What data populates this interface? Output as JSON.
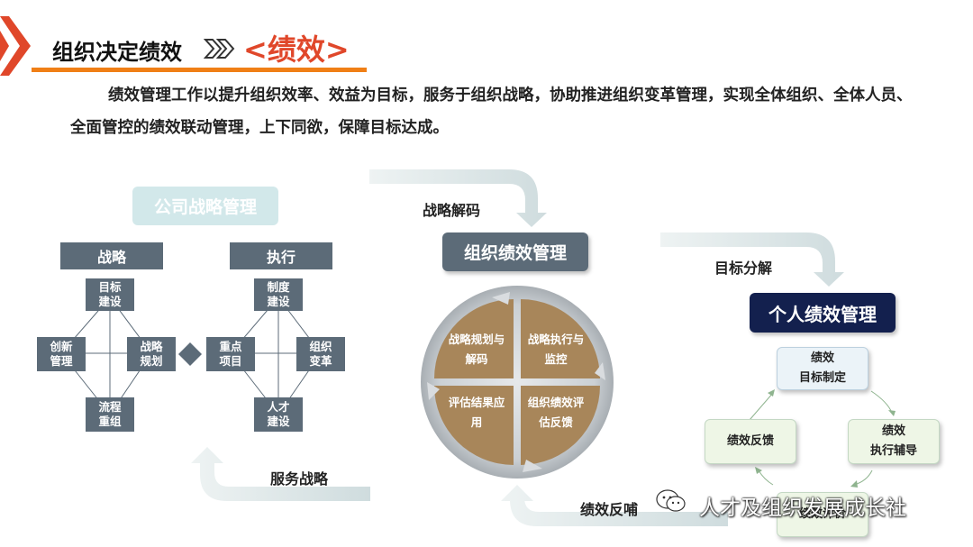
{
  "header": {
    "title": "组织决定绩效",
    "subtitle": "<绩效>"
  },
  "intro": "绩效管理工作以提升组织效率、效益为目标，服务于组织战略，协助推进组织变革管理，实现全体组织、全体人员、全面管控的绩效联动管理，上下同欲，保障目标达成。",
  "company": {
    "title": "公司战略管理",
    "strategy": {
      "header": "战略",
      "top": "目标\n建设",
      "left": "创新\n管理",
      "right": "战略\n规划",
      "bottom": "流程\n重组"
    },
    "execution": {
      "header": "执行",
      "top": "制度\n建设",
      "left": "重点\n项目",
      "right": "组织\n变革",
      "bottom": "人才\n建设"
    }
  },
  "org": {
    "title": "组织绩效管理",
    "quadrants": [
      "战略规划与\n解码",
      "战略执行与\n监控",
      "评估结果应\n用",
      "组织绩效评\n估反馈"
    ]
  },
  "personal": {
    "title": "个人绩效管理",
    "cycle": [
      "绩效\n目标制定",
      "绩效\n执行辅导",
      "绩效评价",
      "绩效反馈"
    ]
  },
  "arrows": {
    "decode": "战略解码",
    "decompose": "目标分解",
    "serve": "服务战略",
    "feedback": "绩效反哺"
  },
  "watermark": "人才及组织发展成长社",
  "colors": {
    "accent": "#e0472a",
    "underline": "#f07f16",
    "slate": "#5c6b78",
    "navy": "#13204e",
    "gold": "#a8865a"
  }
}
